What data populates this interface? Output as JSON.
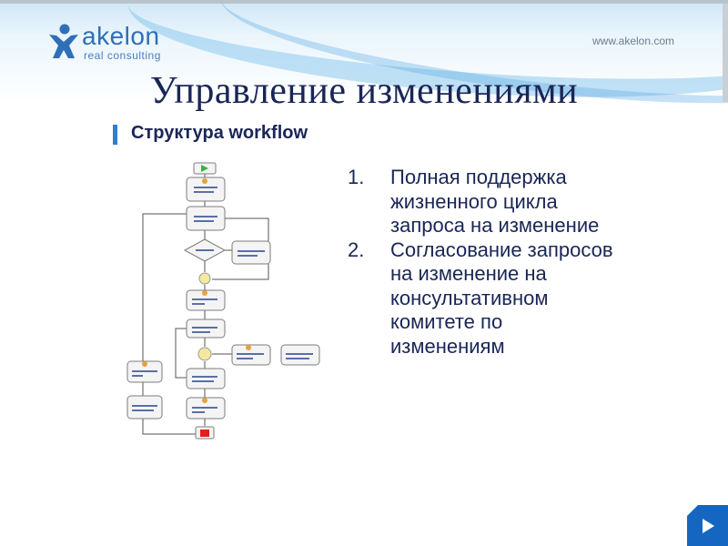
{
  "header": {
    "logo": {
      "word": "akelon",
      "tagline": "real consulting",
      "icon": "person-figure-icon"
    },
    "url": "www.akelon.com",
    "colors": {
      "logo_blue": "#2f6fb6",
      "title": "#1a2656",
      "accent": "#2f7fcf",
      "nav_button": "#1566c0"
    }
  },
  "slide": {
    "title": "Управление изменениями",
    "subtitle": "Структура workflow",
    "list": [
      {
        "number": "1.",
        "text": "Полная поддержка жизненного цикла запроса на изменение"
      },
      {
        "number": "2.",
        "text": "Согласование запросов на изменение на консультативном комитете по изменениям"
      }
    ]
  },
  "diagram": {
    "description": "workflow-diagram",
    "start_icon": "play-icon",
    "end_icon": "stop-icon"
  },
  "navigation": {
    "next_icon": "next-arrow-icon"
  }
}
